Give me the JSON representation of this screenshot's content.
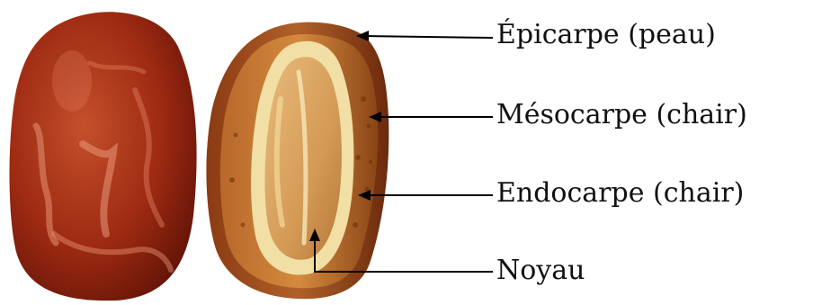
{
  "labels": {
    "epicarpe": "Épicarpe (peau)",
    "mesocarpe": "Mésocarpe (chair)",
    "endocarpe": "Endocarpe (chair)",
    "noyau": "Noyau"
  },
  "colors": {
    "skin_dark": "#5a1006",
    "skin_mid": "#9e2a12",
    "skin_light": "#c4502c",
    "flesh_brown": "#7a3a12",
    "flesh_orange": "#c8782e",
    "endocarp_cream": "#f1dfa6",
    "seed_tan": "#d49a56",
    "arrow": "#000000"
  }
}
